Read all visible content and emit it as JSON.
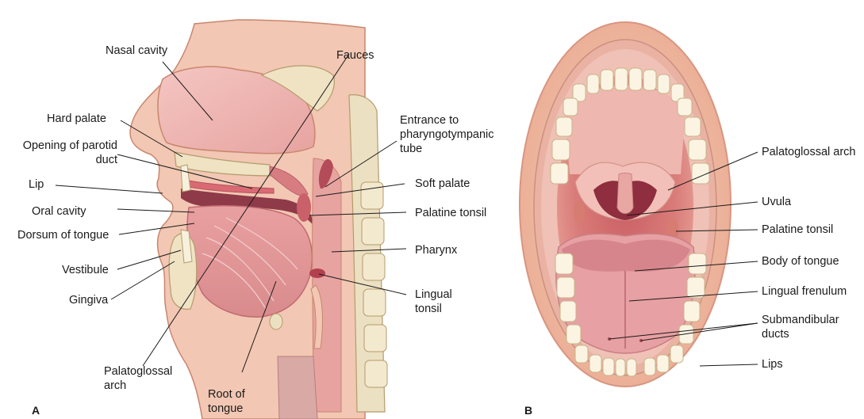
{
  "panels": {
    "a": {
      "letter": "A",
      "labels": {
        "nasal_cavity": "Nasal cavity",
        "hard_palate": "Hard palate",
        "opening_parotid_duct_1": "Opening of parotid",
        "opening_parotid_duct_2": "duct",
        "lip": "Lip",
        "oral_cavity": "Oral cavity",
        "dorsum_of_tongue": "Dorsum of tongue",
        "vestibule": "Vestibule",
        "gingiva": "Gingiva",
        "palatoglossal_arch_1": "Palatoglossal",
        "palatoglossal_arch_2": "arch",
        "root_of_tongue_1": "Root of",
        "root_of_tongue_2": "tongue",
        "fauces": "Fauces",
        "entrance_1": "Entrance to",
        "entrance_2": "pharyngotympanic",
        "entrance_3": "tube",
        "soft_palate": "Soft palate",
        "palatine_tonsil": "Palatine tonsil",
        "pharynx": "Pharynx",
        "lingual_tonsil_1": "Lingual",
        "lingual_tonsil_2": "tonsil"
      }
    },
    "b": {
      "letter": "B",
      "labels": {
        "palatoglossal_arch": "Palatoglossal arch",
        "uvula": "Uvula",
        "palatine_tonsil": "Palatine tonsil",
        "body_of_tongue": "Body of tongue",
        "lingual_frenulum": "Lingual frenulum",
        "submandibular_1": "Submandibular",
        "submandibular_2": "ducts",
        "lips": "Lips"
      }
    }
  }
}
